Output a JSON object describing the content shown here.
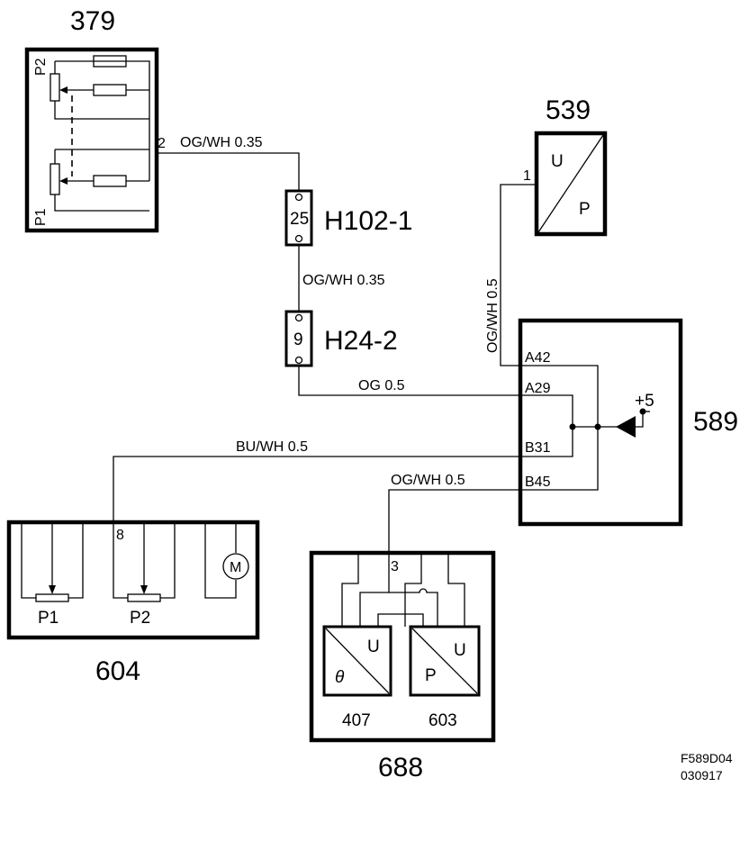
{
  "components": {
    "c379": {
      "number": "379",
      "pin": "2",
      "label_p1": "P1",
      "label_p2": "P2"
    },
    "c539": {
      "number": "539",
      "pin": "1",
      "u": "U",
      "p": "P"
    },
    "c589": {
      "number": "589",
      "pins": [
        "A42",
        "A29",
        "B31",
        "B45"
      ],
      "supply": "+5"
    },
    "c604": {
      "number": "604",
      "pin": "8",
      "p1": "P1",
      "p2": "P2",
      "motor": "M"
    },
    "c688": {
      "number": "688",
      "pin": "3",
      "sub1": "407",
      "sub2": "603",
      "theta": "θ",
      "u": "U",
      "p": "P"
    }
  },
  "connectors": [
    {
      "name": "H102-1",
      "pin": "25"
    },
    {
      "name": "H24-2",
      "pin": "9"
    }
  ],
  "wires": {
    "w379_h102": "OG/WH  0.35",
    "w_h102_h24": "OG/WH  0.35",
    "w539": "OG/WH  0.5",
    "w_og": "OG  0.5",
    "w_buwh": "BU/WH  0.5",
    "w_ogwh_688": "OG/WH  0.5"
  },
  "footer": {
    "code": "F589D04",
    "date": "030917"
  }
}
